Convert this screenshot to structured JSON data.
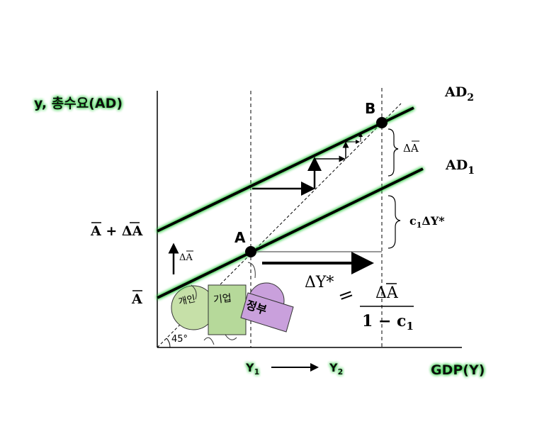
{
  "diagram": {
    "y_axis_label": "y, 총수요(AD)",
    "x_axis_label": "GDP(Y)",
    "ad2_label": "AD",
    "ad2_sub": "2",
    "ad1_label": "AD",
    "ad1_sub": "1",
    "point_a": "A",
    "point_b": "B",
    "y_tick_upper": "A + ΔA",
    "y_tick_lower": "A",
    "delta_a_small": "ΔA",
    "delta_a_brace": "ΔA",
    "c1_dy": "c",
    "c1_dy_sub": "1",
    "c1_dy_rest": "ΔY*",
    "x_tick_y1": "Y",
    "x_tick_y1_sub": "1",
    "x_tick_y2": "Y",
    "x_tick_y2_sub": "2",
    "multiplier_lhs": "ΔY*",
    "multiplier_eq": "=",
    "multiplier_num": "ΔA",
    "multiplier_den": "1 − c",
    "multiplier_den_sub": "1",
    "angle_label": "45°",
    "circle_household": "개인",
    "box_firm": "기업",
    "box_government": "정부"
  },
  "colors": {
    "glow": "#2ecc40",
    "household_fill": "#c6e0a8",
    "firm_fill": "#b6d99a",
    "government_fill": "#c9a0dc",
    "line": "#000000"
  }
}
